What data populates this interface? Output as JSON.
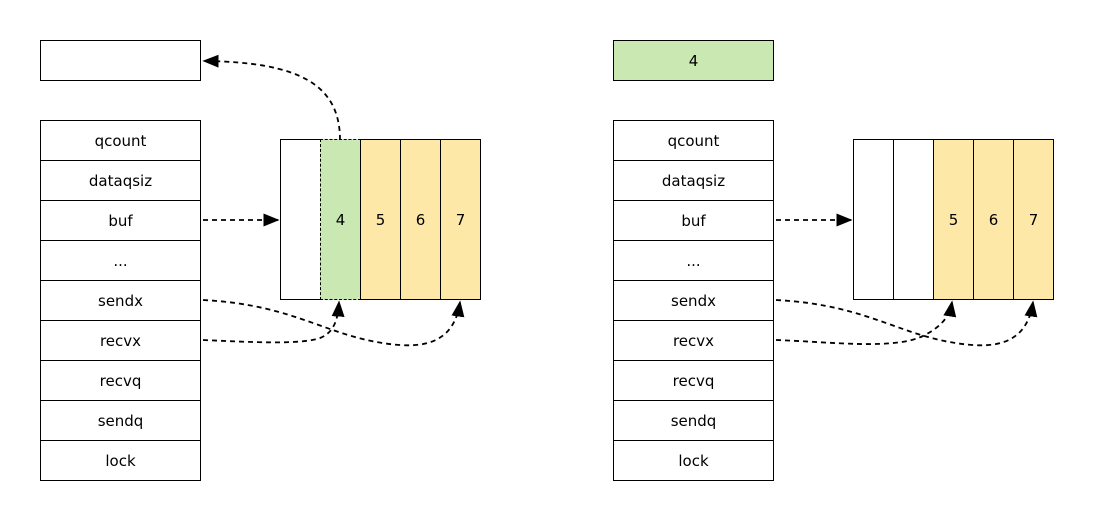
{
  "left": {
    "received_value": "",
    "hchan_fields": [
      "qcount",
      "dataqsiz",
      "buf",
      "...",
      "sendx",
      "recvx",
      "recvq",
      "sendq",
      "lock"
    ],
    "buffer": [
      {
        "value": "",
        "color": "white"
      },
      {
        "value": "4",
        "color": "green"
      },
      {
        "value": "5",
        "color": "yellow"
      },
      {
        "value": "6",
        "color": "yellow"
      },
      {
        "value": "7",
        "color": "yellow"
      }
    ]
  },
  "right": {
    "received_value": "4",
    "hchan_fields": [
      "qcount",
      "dataqsiz",
      "buf",
      "...",
      "sendx",
      "recvx",
      "recvq",
      "sendq",
      "lock"
    ],
    "buffer": [
      {
        "value": "",
        "color": "white"
      },
      {
        "value": "",
        "color": "white"
      },
      {
        "value": "5",
        "color": "yellow"
      },
      {
        "value": "6",
        "color": "yellow"
      },
      {
        "value": "7",
        "color": "yellow"
      }
    ]
  },
  "colors": {
    "green": "#c9e8b2",
    "yellow": "#fde8a8",
    "stroke": "#000000"
  }
}
